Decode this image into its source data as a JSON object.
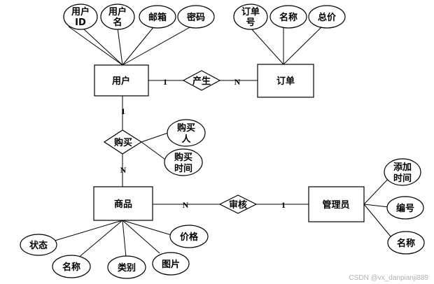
{
  "entities": {
    "user": "用户",
    "order": "订单",
    "product": "商品",
    "admin": "管理员"
  },
  "relationships": {
    "produce": "产生",
    "buy": "购买",
    "review": "审核"
  },
  "attributes": {
    "user_id": [
      "用户",
      "ID"
    ],
    "user_name": [
      "用户",
      "名"
    ],
    "email": [
      "邮箱"
    ],
    "password": [
      "密码"
    ],
    "order_no": [
      "订单",
      "号"
    ],
    "order_name": [
      "名称"
    ],
    "total_price": [
      "总价"
    ],
    "buyer": [
      "购买",
      "人"
    ],
    "buy_time": [
      "购买",
      "时间"
    ],
    "status": [
      "状态"
    ],
    "product_name": [
      "名称"
    ],
    "category": [
      "类别"
    ],
    "picture": [
      "图片"
    ],
    "price": [
      "价格"
    ],
    "add_time": [
      "添加",
      "时间"
    ],
    "admin_no": [
      "编号"
    ],
    "admin_name": [
      "名称"
    ]
  },
  "cardinalities": {
    "user_produce": "1",
    "produce_order": "N",
    "user_buy": "1",
    "buy_product": "N",
    "product_review": "N",
    "review_admin": "1"
  },
  "watermark": "CSDN @vx_danpianji889"
}
